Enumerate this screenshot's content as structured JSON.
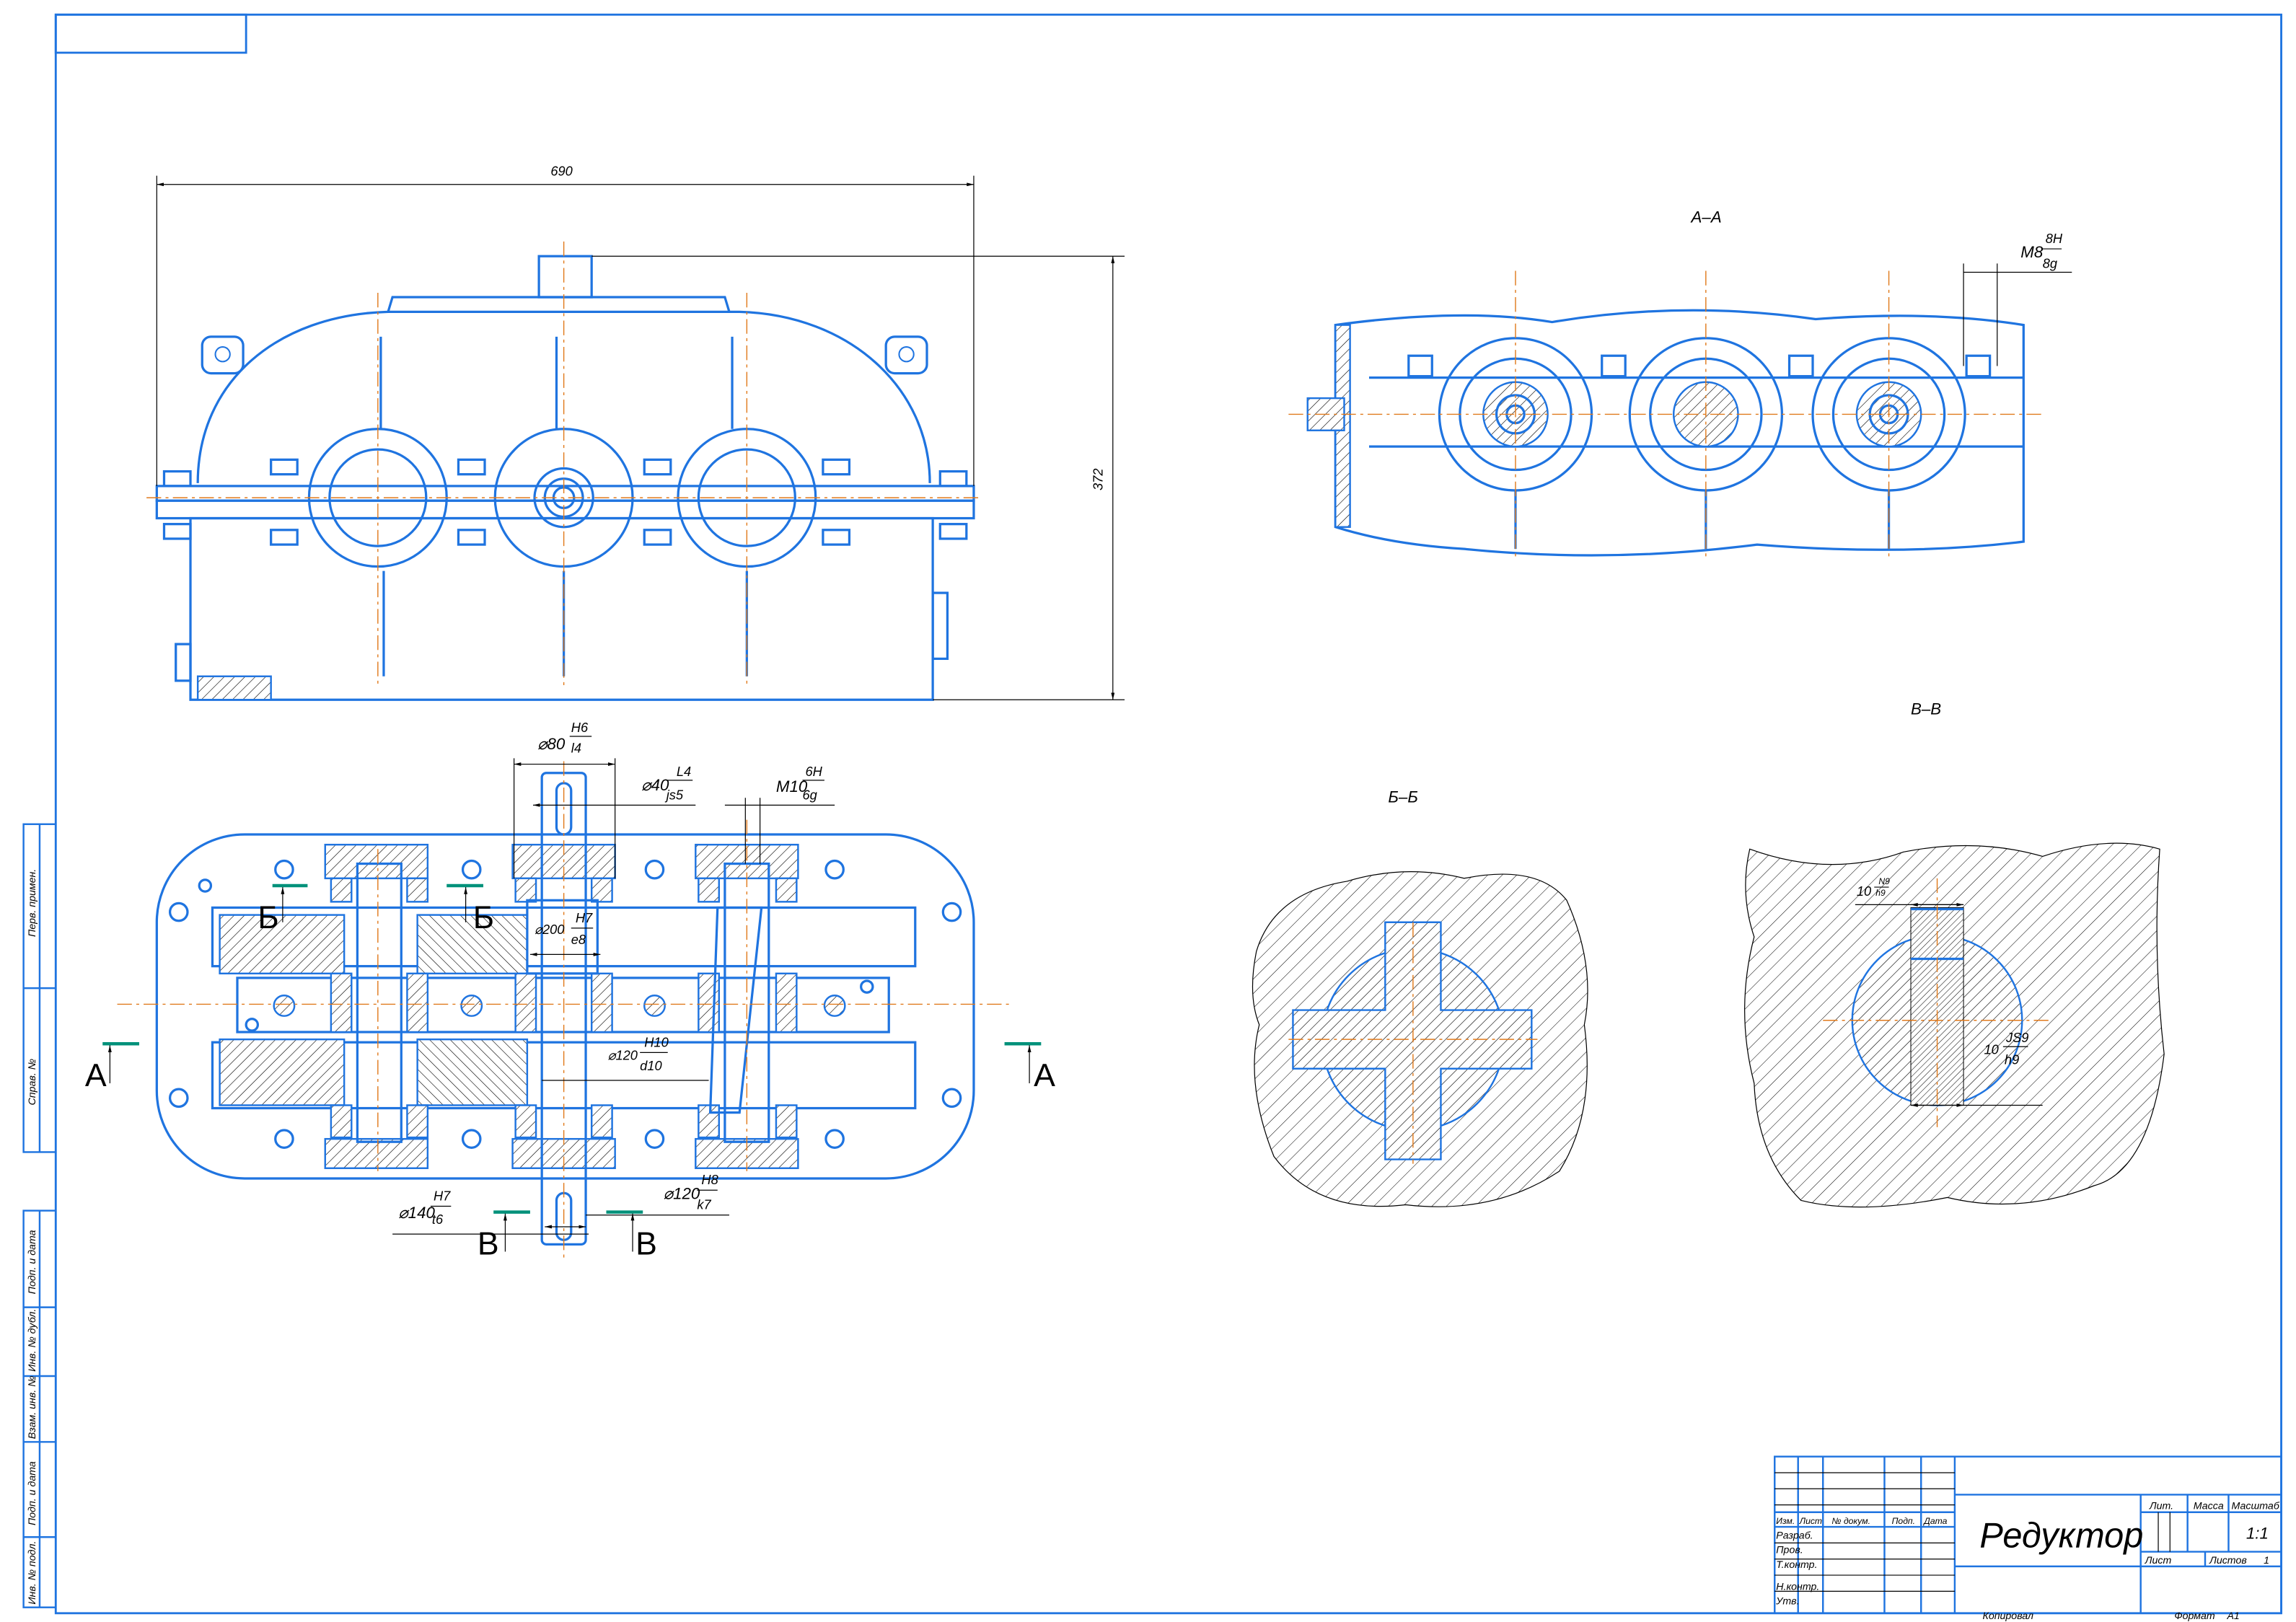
{
  "drawing": {
    "title": "Редуктор",
    "copied_label": "Копировал",
    "format_label": "Формат",
    "format_value": "A1",
    "colors": {
      "line": "#1f74e0",
      "axis": "#e07a1c",
      "section_mark": "#00917a",
      "dimension": "#000000"
    }
  },
  "title_block": {
    "headers": [
      "Изм.",
      "Лист",
      "№ докум.",
      "Подп.",
      "Дата"
    ],
    "roles": [
      "Разраб.",
      "Пров.",
      "Т.контр.",
      "Н.контр.",
      "Утв."
    ],
    "lit_label": "Лит.",
    "mass_label": "Масса",
    "scale_label": "Масштаб",
    "scale_value": "1:1",
    "sheet_label": "Лист",
    "sheets_label": "Листов",
    "sheets_value": "1"
  },
  "side_stamp": {
    "top": [
      "Перв. примен.",
      "Справ. №"
    ],
    "bottom": [
      "Подп. и дата",
      "Инв. № дубл.",
      "Взам. инв. №",
      "Подп. и дата",
      "Инв. № подл."
    ]
  },
  "views": {
    "section_aa": "А–А",
    "section_bb": "Б–Б",
    "section_vv": "В–В",
    "mark_a": "А",
    "mark_b": "Б",
    "mark_v": "В"
  },
  "dimensions": {
    "width": "690",
    "height": "372",
    "fits": [
      {
        "main": "⌀80",
        "num": "H6",
        "den": "l4"
      },
      {
        "main": "⌀40",
        "num": "L4",
        "den": "js5"
      },
      {
        "main": "M10",
        "num": "6H",
        "den": "6g"
      },
      {
        "main": "⌀200",
        "num": "H7",
        "den": "e8"
      },
      {
        "main": "⌀120",
        "num": "H10",
        "den": "d10"
      },
      {
        "main": "⌀140",
        "num": "H7",
        "den": "t6"
      },
      {
        "main": "⌀120",
        "num": "H8",
        "den": "k7"
      },
      {
        "main": "M8",
        "num": "8H",
        "den": "8g"
      },
      {
        "main": "10",
        "num": "N9",
        "den": "h9"
      },
      {
        "main": "10",
        "num": "JS9",
        "den": "h9"
      }
    ]
  }
}
